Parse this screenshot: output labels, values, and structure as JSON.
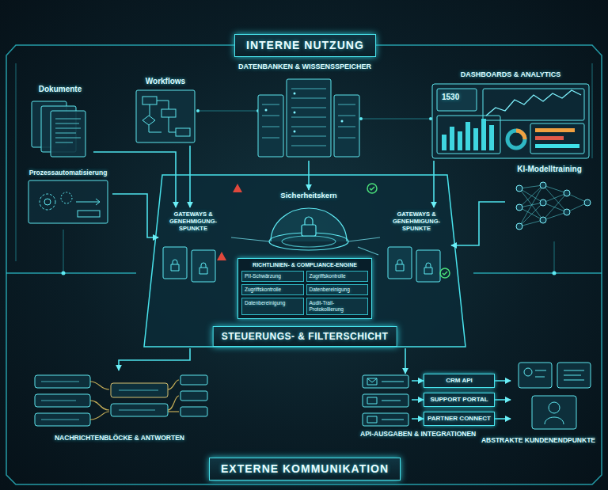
{
  "diagram": {
    "nodes": [
      {
        "text": [
          "INTERNE NUTZUNG"
        ]
      },
      {
        "text": [
          "Dokumente"
        ]
      },
      {
        "text": [
          "Workflows"
        ]
      },
      {
        "text": [
          "DATENBANKEN & WISSENSSPEICHER"
        ]
      },
      {
        "text": [
          "DASHBOARDS & ANALYTICS"
        ]
      },
      {
        "text": [
          "Prozessautomatisierung"
        ]
      },
      {
        "text": [
          "KI-Modelltraining"
        ]
      },
      {
        "text": [
          "STEUERUNGS- & FILTERSCHICHT"
        ]
      },
      {
        "text": [
          "Sicherheitskern"
        ],
        "in": 7
      },
      {
        "text": [
          "GATEWAYS & GENEHMIGUNG-SPUNKTE"
        ],
        "in": 7
      },
      {
        "text": [
          "GATEWAYS & GENEHMIGUNG-SPUNKTE"
        ],
        "in": 7
      },
      {
        "text": [
          "RICHTLINIEN- & COMPLIANCE-ENGINE"
        ],
        "in": 7
      },
      {
        "text": [
          "PII-Schwärzung"
        ],
        "in": 11
      },
      {
        "text": [
          "Zugriffskontrolle"
        ],
        "in": 11
      },
      {
        "text": [
          "Zugriffskontrolle"
        ],
        "in": 11
      },
      {
        "text": [
          "Datenbereinigung"
        ],
        "in": 11
      },
      {
        "text": [
          "Datenbereinigung"
        ],
        "in": 11
      },
      {
        "text": [
          "Audit-Trail-Protokollierung"
        ],
        "in": 11
      },
      {
        "text": [
          "NACHRICHTENBLÖCKE & ANTWORTEN"
        ]
      },
      {
        "text": [
          "API-AUSGABEN & INTEGRATIONEN"
        ]
      },
      {
        "text": [
          "CRM API"
        ]
      },
      {
        "text": [
          "SUPPORT PORTAL"
        ]
      },
      {
        "text": [
          "PARTNER CONNECT"
        ]
      },
      {
        "text": [
          "ABSTRAKTE KUNDENENDPUNKTE"
        ]
      },
      {
        "text": [
          "EXTERNE KOMMUNIKATION"
        ]
      }
    ],
    "edges": [
      {
        "from": 1,
        "to": 9,
        "arrow": "to"
      },
      {
        "from": 2,
        "to": 9,
        "arrow": "to"
      },
      {
        "from": 5,
        "to": 9,
        "arrow": "to"
      },
      {
        "from": 3,
        "to": 8,
        "arrow": "to"
      },
      {
        "from": 4,
        "to": 10,
        "arrow": "to"
      },
      {
        "from": 6,
        "to": 10,
        "arrow": "to"
      },
      {
        "from": 7,
        "to": 18,
        "arrow": "to"
      },
      {
        "from": 7,
        "to": 19,
        "arrow": "to"
      },
      {
        "from": 19,
        "to": 20,
        "arrow": "to"
      },
      {
        "from": 19,
        "to": 21,
        "arrow": "to"
      },
      {
        "from": 19,
        "to": 22,
        "arrow": "to"
      },
      {
        "from": 20,
        "to": 23,
        "arrow": "to"
      },
      {
        "from": 21,
        "to": 23,
        "arrow": "to"
      },
      {
        "from": 22,
        "to": 23,
        "arrow": "to"
      }
    ],
    "labels": [
      "1530"
    ]
  }
}
